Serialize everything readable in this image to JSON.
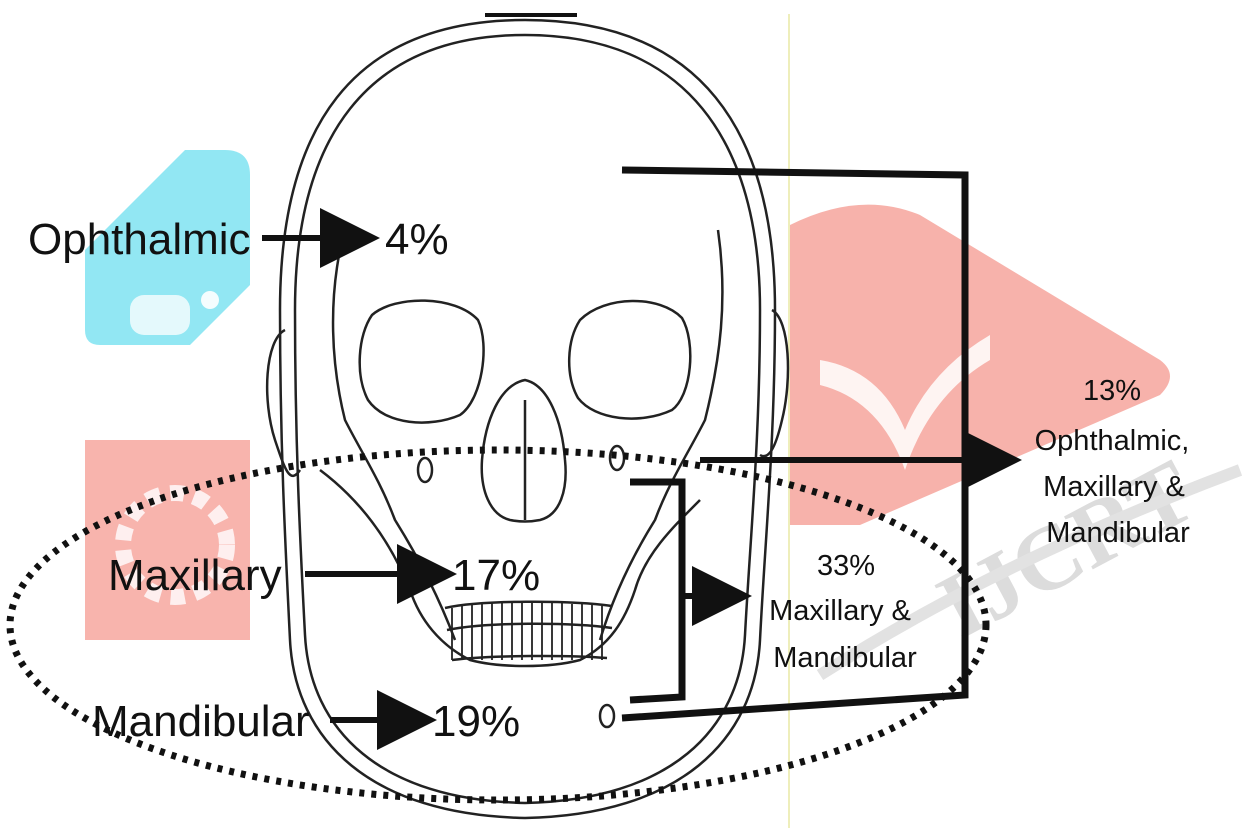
{
  "colors": {
    "ink": "#111111",
    "watermark_cyan": "#6fe0f0",
    "watermark_red": "#f48f86",
    "watermark_gray": "#d4d4d4"
  },
  "icons": [
    "skull-illustration",
    "arrow-right-icon",
    "bracket",
    "dotted-ellipse",
    "ijcrt-watermark-logo"
  ],
  "labels": {
    "ophthalmic": "Ophthalmic",
    "ophthalmic_pct": "4%",
    "maxillary": "Maxillary",
    "maxillary_pct": "17%",
    "mandibular": "Mandibular",
    "mandibular_pct": "19%",
    "combo_two_pct": "33%",
    "combo_two_line1": "Maxillary &",
    "combo_two_line2": "Mandibular",
    "combo_three_pct": "13%",
    "combo_three_line1": "Ophthalmic,",
    "combo_three_line2": "Maxillary &",
    "combo_three_line3": "Mandibular"
  },
  "watermark": {
    "text": "IJCRT"
  }
}
